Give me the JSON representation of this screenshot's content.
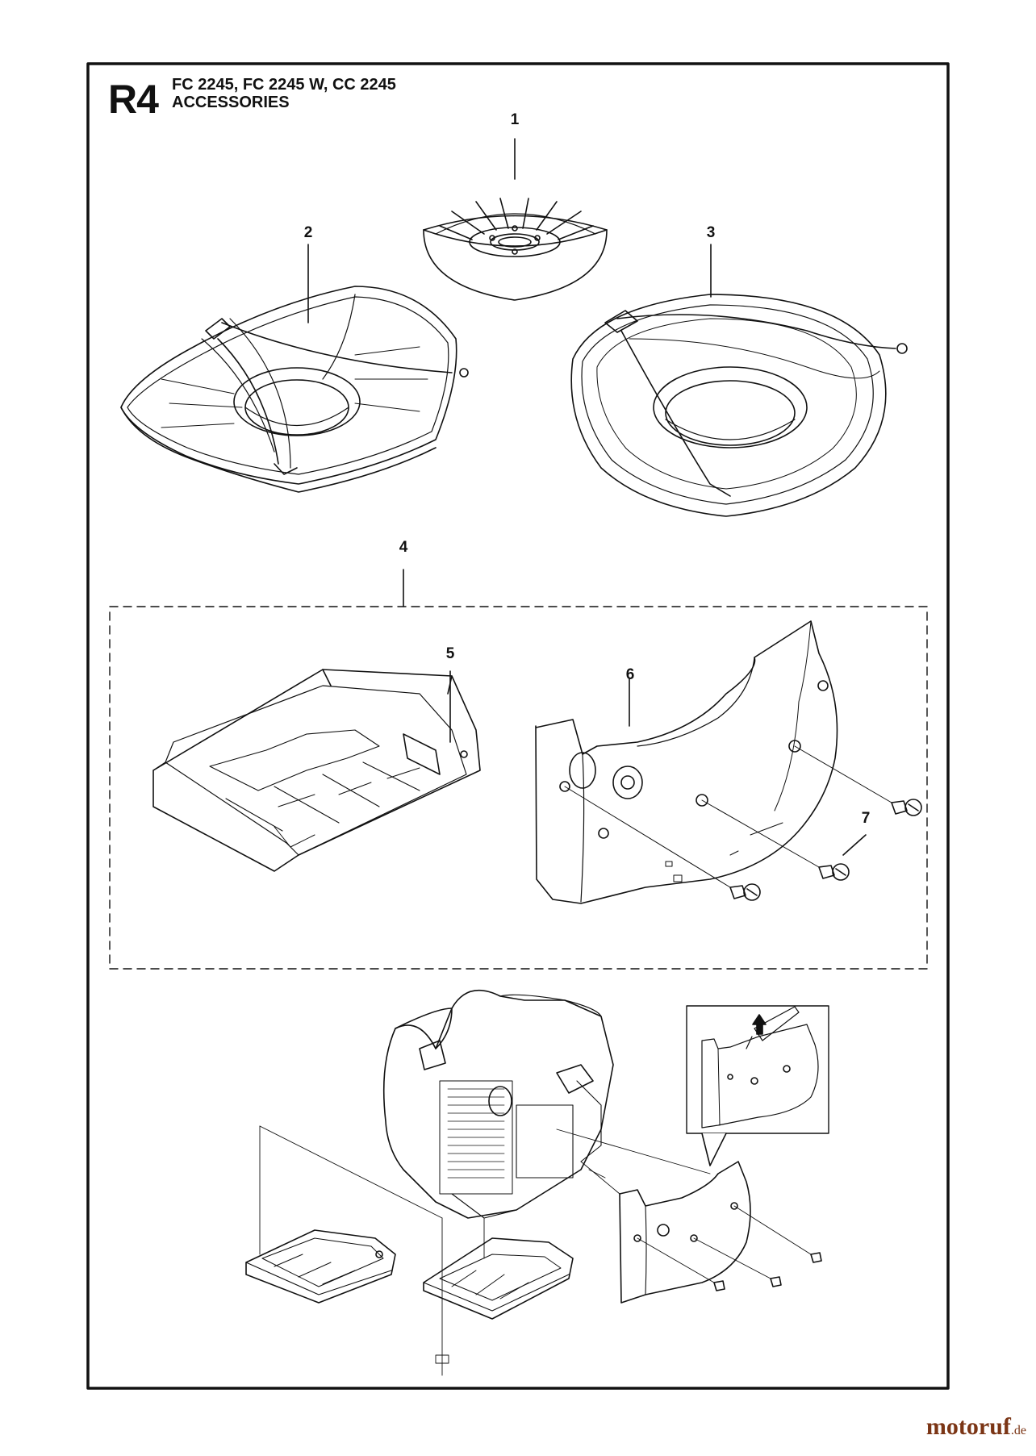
{
  "header": {
    "code": "R4",
    "models": "FC 2245, FC 2245 W, CC 2245",
    "title": "ACCESSORIES"
  },
  "callouts": [
    "1",
    "2",
    "3",
    "4",
    "5",
    "6",
    "7"
  ],
  "watermark": {
    "brand_a": "motor",
    "brand_b": "uf",
    "sep": "",
    "tld": ".de"
  },
  "colors": {
    "line": "#111111",
    "watermark": "#7b3515"
  }
}
